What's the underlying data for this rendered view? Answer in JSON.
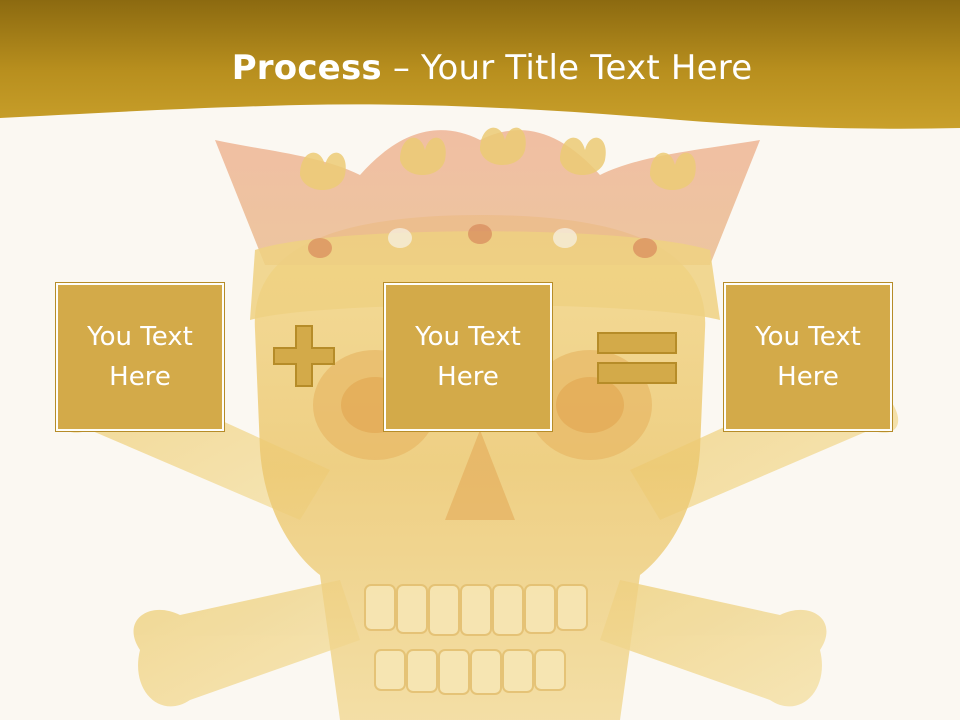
{
  "slide": {
    "title_bold": "Process",
    "title_rest": " – Your Title Text Here"
  },
  "process": {
    "boxes": [
      {
        "label": "You Text Here"
      },
      {
        "label": "You Text Here"
      },
      {
        "label": "You Text Here"
      }
    ],
    "operators": [
      "plus-icon",
      "equals-icon"
    ]
  },
  "colors": {
    "header_gold": "#c49a23",
    "box_fill": "#d3aa49",
    "box_border": "#fefefa",
    "text": "#ffffff",
    "background": "#fbf8f2"
  },
  "icons": [
    "crowned-skull-crossbones-image",
    "plus-icon",
    "equals-icon"
  ]
}
